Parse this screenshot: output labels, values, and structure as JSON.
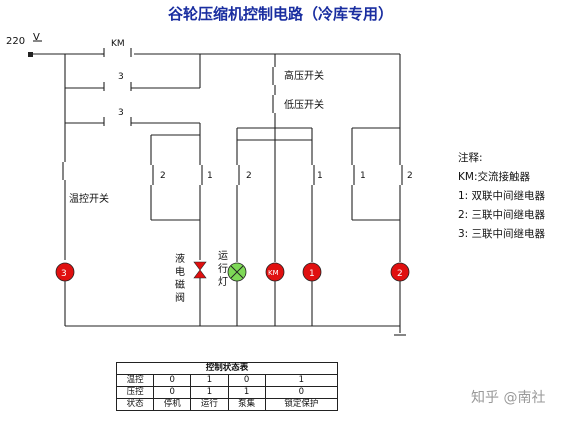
{
  "title": "谷轮压缩机控制电路（冷库专用）",
  "supply": {
    "voltage": "220",
    "unit": "V"
  },
  "contacts": {
    "km": "KM",
    "relay3_a": "3",
    "relay3_b": "3",
    "c2_left": "2",
    "c1_left": "1",
    "c2_mid": "2",
    "c1_mid": "1",
    "c1_right": "1",
    "c2_right": "2"
  },
  "switches": {
    "thermostat": "温控开关",
    "high_pressure": "高压开关",
    "low_pressure": "低压开关"
  },
  "loads": {
    "relay3_coil": "3",
    "solenoid_label": [
      "液",
      "电",
      "磁",
      "阀"
    ],
    "run_lamp_label": [
      "运",
      "行",
      "灯"
    ],
    "contactor_coil": "KM",
    "relay1_coil": "1",
    "relay2_coil": "2"
  },
  "notes": {
    "header": "注释:",
    "items": [
      "KM:交流接触器",
      "1:  双联中间继电器",
      "2:  三联中间继电器",
      "3:  三联中间继电器"
    ]
  },
  "state_table": {
    "caption": "控制状态表",
    "rows": [
      [
        "温控",
        "0",
        "1",
        "0",
        "1"
      ],
      [
        "压控",
        "0",
        "1",
        "1",
        "0"
      ],
      [
        "状态",
        "停机",
        "运行",
        "泵集",
        "锁定保护"
      ]
    ]
  },
  "watermark": "知乎 @南社",
  "colors": {
    "title": "#1a2ea0",
    "coil_fill": "#e01010",
    "lamp_fill": "#7ed957",
    "wire": "#222222"
  }
}
